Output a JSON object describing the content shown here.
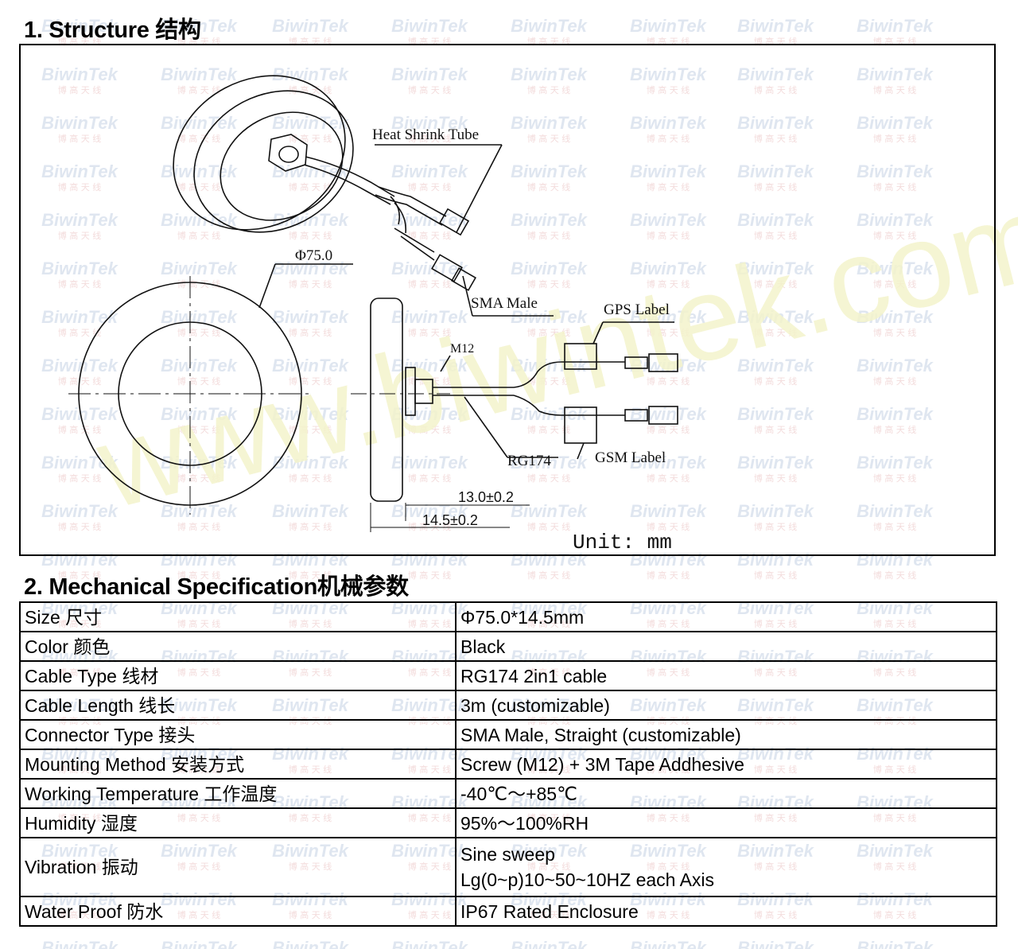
{
  "sections": {
    "structure_title": "1. Structure 结构",
    "mechanical_title": "2. Mechanical Specification机械参数"
  },
  "diagram": {
    "heat_shrink": "Heat Shrink Tube",
    "diameter": "Φ75.0",
    "sma_male": "SMA Male",
    "gps_label": "GPS Label",
    "m12": "M12",
    "rg174": "RG174",
    "gsm_label": "GSM Label",
    "dim_13": "13.0±0.2",
    "dim_145": "14.5±0.2",
    "unit": "Unit:  mm"
  },
  "watermark": {
    "brand": "BiwinTek",
    "cn": "博 高 天 线",
    "url": "www.biwintek.com"
  },
  "specs": [
    {
      "key": "Size 尺寸",
      "value": "Φ75.0*14.5mm"
    },
    {
      "key": "Color 颜色",
      "value": "Black"
    },
    {
      "key": "Cable Type 线材",
      "value": "RG174 2in1 cable"
    },
    {
      "key": "Cable Length 线长",
      "value": "3m (customizable)"
    },
    {
      "key": "Connector Type 接头",
      "value": "SMA Male, Straight (customizable)"
    },
    {
      "key": "Mounting Method 安装方式",
      "value": "Screw (M12) + 3M Tape Addhesive"
    },
    {
      "key": "Working Temperature 工作温度",
      "value": "-40℃～+85℃"
    },
    {
      "key": "Humidity 湿度",
      "value": "95%～100%RH"
    },
    {
      "key": "Vibration 振动",
      "value": "Sine sweep",
      "value2": "Lg(0~p)10~50~10HZ each Axis"
    },
    {
      "key": "Water Proof 防水",
      "value": "IP67 Rated Enclosure"
    }
  ],
  "colors": {
    "watermark_brand": "#dfe6f0",
    "watermark_cn": "#f3dcdc",
    "watermark_url": "#f4f4cc"
  }
}
